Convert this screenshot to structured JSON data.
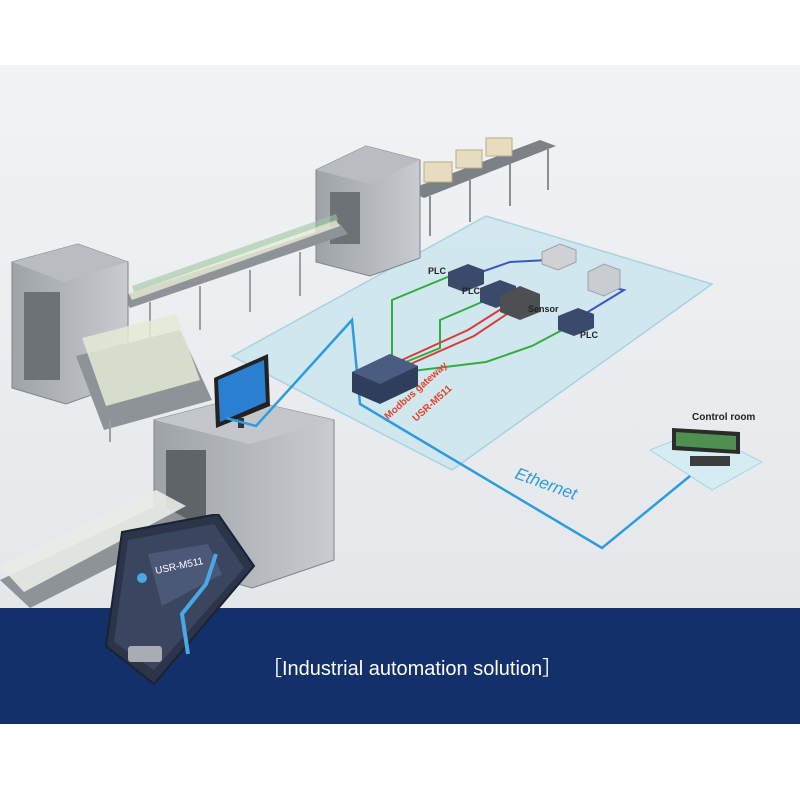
{
  "labels": {
    "plc_1": "PLC",
    "plc_2": "PLC",
    "plc_3": "PLC",
    "sensor": "Sensor",
    "gateway_line1": "Modbus gateway",
    "gateway_line2": "USR-M511",
    "ethernet": "Ethernet",
    "control_room": "Control room"
  },
  "device": {
    "model": "USR-M511"
  },
  "banner": {
    "text": "［Industrial automation solution］"
  },
  "colors": {
    "banner_bg": "#13306b",
    "ethernet_line": "#2e9be0",
    "serial_line": "#2fae3c",
    "rs485_line": "#d93a3a",
    "label_red": "#e8412b",
    "floor": "#cfe7ef"
  }
}
